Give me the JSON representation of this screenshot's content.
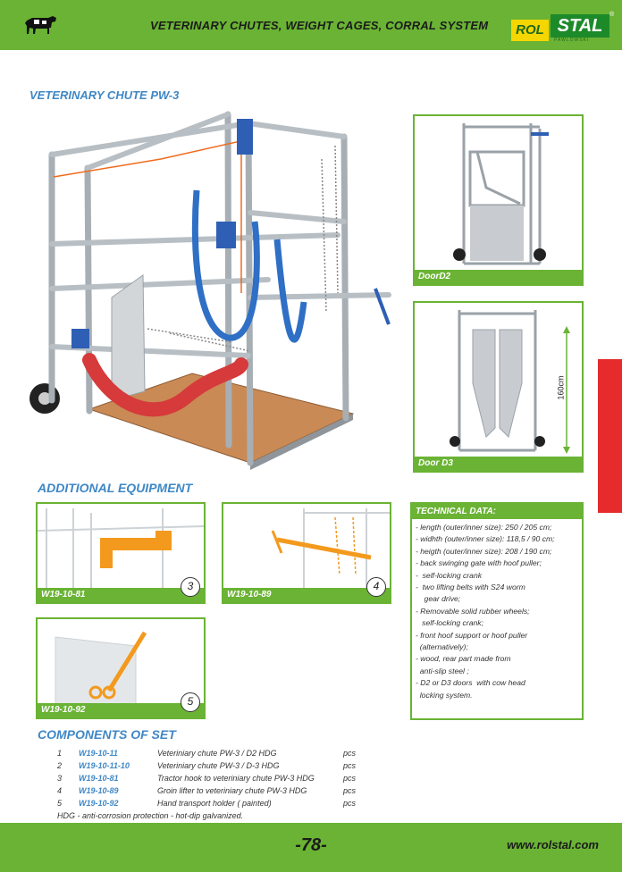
{
  "header": {
    "title": "VETERINARY CHUTES, WEIGHT CAGES, CORRAL SYSTEM",
    "logo_left": "ROL",
    "logo_right": "STAL",
    "logo_sub": "PAWLOWSKI",
    "logo_reg": "®",
    "icon": "cow-icon"
  },
  "product": {
    "title": "VETERINARY CHUTE  PW-3"
  },
  "doors": [
    {
      "caption": "DoorD2"
    },
    {
      "caption": "Door D3",
      "dimension": "160cm"
    }
  ],
  "additional_equipment": {
    "title": "ADDITIONAL EQUIPMENT",
    "items": [
      {
        "code": "W19-10-81",
        "number": "3"
      },
      {
        "code": "W19-10-89",
        "number": "4"
      },
      {
        "code": "W19-10-92",
        "number": "5"
      }
    ]
  },
  "technical_data": {
    "title": "TECHNICAL DATA:",
    "lines": [
      "- length (outer/inner size): 250 / 205 cm;",
      "- widhth (outer/inner size): 118,5 / 90 cm;",
      "- heigth (outer/inner size): 208 / 190 cm;",
      "- back swinging gate with hoof puller;",
      "-  self-locking crank",
      "-  two lifting belts with S24 worm",
      "    gear drive;",
      "- Removable solid rubber wheels;",
      "   self-locking crank;",
      "- front hoof support or hoof puller",
      "  (alternatively);",
      "- wood, rear part made from",
      "  anti-slip steel ;",
      "- D2 or D3 doors  with cow head",
      "  locking system."
    ]
  },
  "components": {
    "title": "COMPONENTS OF SET",
    "rows": [
      {
        "num": "1",
        "code": "W19-10-11",
        "desc": "Veteriniary chute PW-3  / D2 HDG",
        "unit": "pcs"
      },
      {
        "num": "2",
        "code": "W19-10-11-10",
        "desc": "Veteriniary chute PW-3 / D-3 HDG",
        "unit": "pcs"
      },
      {
        "num": "3",
        "code": "W19-10-81",
        "desc": "Tractor hook  to veteriniary chute PW-3 HDG",
        "unit": "pcs"
      },
      {
        "num": "4",
        "code": "W19-10-89",
        "desc": "Groin lifter   to veteriniary chute PW-3 HDG",
        "unit": "pcs"
      },
      {
        "num": "5",
        "code": "W19-10-92",
        "desc": "Hand transport holder ( painted)",
        "unit": "pcs"
      }
    ],
    "note": "HDG  -  anti-corrosion protection - hot-dip galvanized."
  },
  "footer": {
    "page": "-78-",
    "website": "www.rolstal.com"
  },
  "colors": {
    "green": "#6ab334",
    "blue": "#3f87c5",
    "red": "#e52b2b",
    "orange": "#f39a1e",
    "belt": "#d63a3a",
    "galv": "#b8bfc4"
  }
}
